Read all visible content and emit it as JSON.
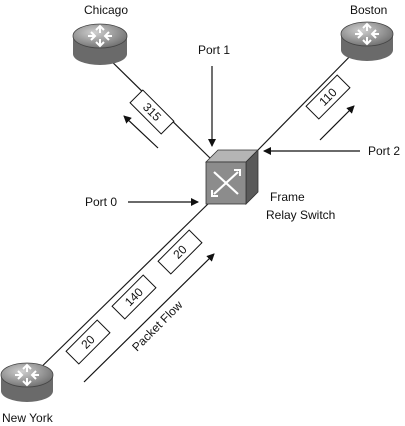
{
  "routers": {
    "chicago": {
      "label": "Chicago",
      "icon": "router-icon"
    },
    "boston": {
      "label": "Boston",
      "icon": "router-icon"
    },
    "new_york": {
      "label": "New York",
      "icon": "router-icon"
    }
  },
  "switch": {
    "label_line1": "Frame",
    "label_line2": "Relay Switch",
    "icon": "frame-relay-switch-icon"
  },
  "ports": {
    "port0": "Port 0",
    "port1": "Port 1",
    "port2": "Port 2"
  },
  "frames": {
    "chicago_link": "315",
    "boston_link": "110",
    "newyork_link": [
      "20",
      "140",
      "20"
    ]
  },
  "packet_flow_label": "Packet Flow",
  "colors": {
    "router_body": "#9a9a9a",
    "switch_body": "#8c8c8c",
    "line": "#1a1a1a"
  }
}
